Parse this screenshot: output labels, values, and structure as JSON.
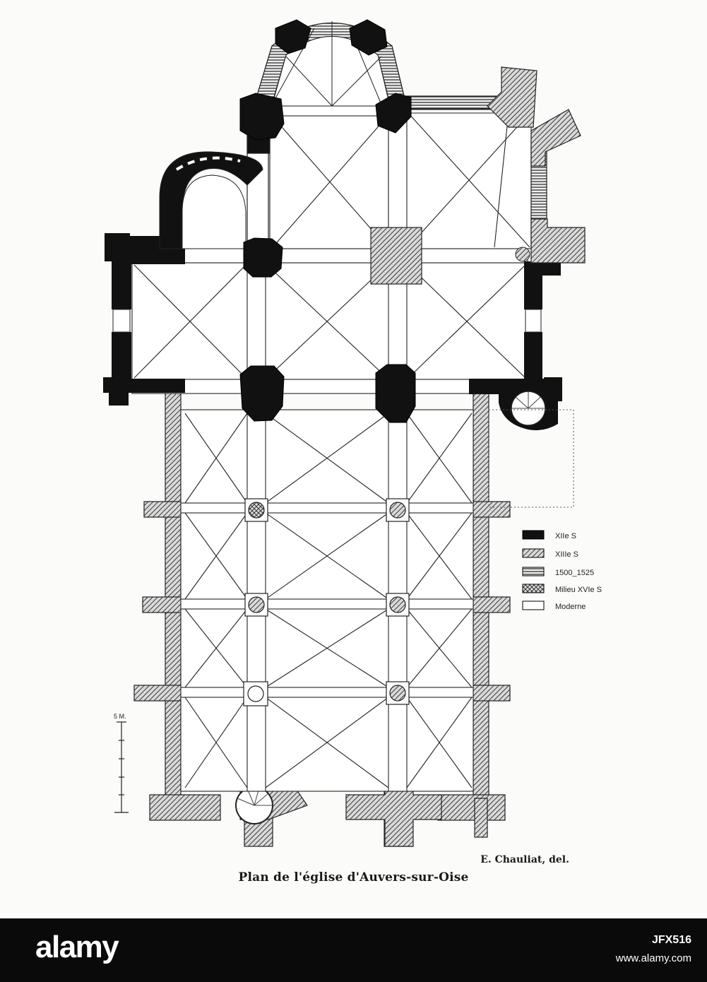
{
  "legend": {
    "items": [
      {
        "label": "XIIe S",
        "style": "black"
      },
      {
        "label": "XIIIe S",
        "style": "hatched"
      },
      {
        "label": "1500_1525",
        "style": "lined"
      },
      {
        "label": "Milieu XVIe S",
        "style": "crosshatched"
      },
      {
        "label": "Moderne",
        "style": "white"
      }
    ]
  },
  "scale": {
    "label": "5 M."
  },
  "credit": "E. Chauliat, del.",
  "caption": "Plan de l'église d'Auvers-sur-Oise",
  "footer": {
    "logo": "alamy",
    "image_id": "JFX516",
    "url": "www.alamy.com"
  },
  "colors": {
    "ink": "#111111",
    "hatch": "#5a5a5a",
    "paper": "#fbfbf9",
    "footer": "#0a0a0a"
  }
}
